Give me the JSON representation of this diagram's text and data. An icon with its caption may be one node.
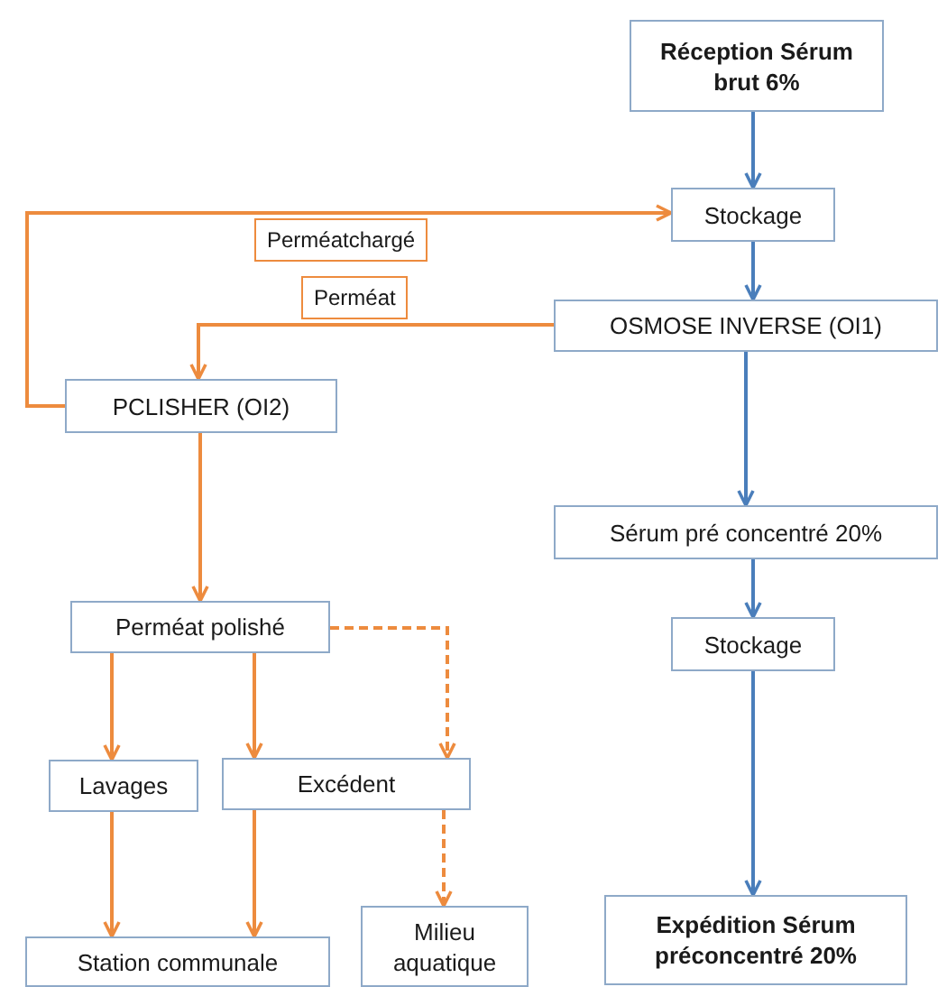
{
  "diagram": {
    "nodes": [
      {
        "text": [
          "Réception Sérum brut 6%"
        ]
      },
      {
        "text": [
          "Stockage"
        ]
      },
      {
        "text": [
          "OSMOSE INVERSE (OI1)"
        ]
      },
      {
        "text": [
          "PCLISHER (OI2)"
        ]
      },
      {
        "text": [
          "Sérum pré concentré 20%"
        ]
      },
      {
        "text": [
          "Stockage"
        ]
      },
      {
        "text": [
          "Expédition Sérum préconcentré 20%"
        ]
      },
      {
        "text": [
          "Perméat polishé"
        ]
      },
      {
        "text": [
          "Lavages"
        ]
      },
      {
        "text": [
          "Excédent"
        ]
      },
      {
        "text": [
          "Station communale"
        ]
      },
      {
        "text": [
          "Milieu aquatique"
        ]
      }
    ],
    "edges": [
      {
        "from": 0,
        "to": 1,
        "arrow": "to",
        "color": "#4a7ebb"
      },
      {
        "from": 1,
        "to": 2,
        "arrow": "to",
        "color": "#4a7ebb"
      },
      {
        "from": 2,
        "to": 4,
        "arrow": "to",
        "color": "#4a7ebb"
      },
      {
        "from": 4,
        "to": 5,
        "arrow": "to",
        "color": "#4a7ebb"
      },
      {
        "from": 5,
        "to": 6,
        "arrow": "to",
        "color": "#4a7ebb"
      },
      {
        "from": 2,
        "to": 3,
        "arrow": "to",
        "label": "Perméat"
      },
      {
        "from": 3,
        "to": 1,
        "arrow": "to",
        "label": "Perméatchargé"
      },
      {
        "from": 3,
        "to": 7,
        "arrow": "to"
      },
      {
        "from": 7,
        "to": 8,
        "arrow": "to"
      },
      {
        "from": 7,
        "to": 9,
        "arrow": "to"
      },
      {
        "from": 7,
        "to": 9,
        "arrow": "to",
        "style": "dashed"
      },
      {
        "from": 9,
        "to": 11,
        "arrow": "to",
        "style": "dashed"
      },
      {
        "from": 8,
        "to": 10,
        "arrow": "to"
      },
      {
        "from": 9,
        "to": 10,
        "arrow": "to"
      }
    ]
  }
}
